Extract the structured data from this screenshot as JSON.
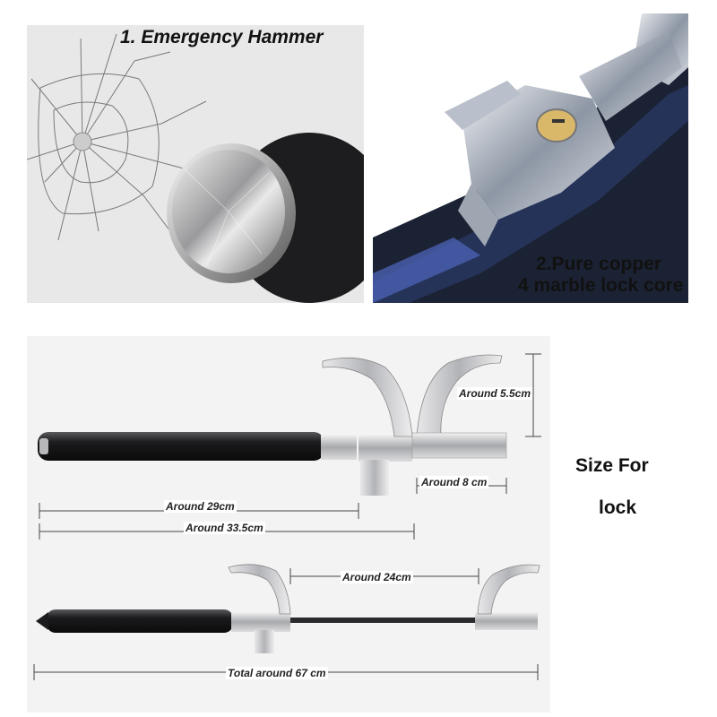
{
  "panels": {
    "hammer": {
      "caption": "1. Emergency Hammer"
    },
    "copper": {
      "caption_line1": "2.Pure copper",
      "caption_line2": "4 marble lock core"
    }
  },
  "size_label": {
    "line1": "Size For",
    "line2": "lock"
  },
  "dimensions": {
    "height": "Around 5.5cm",
    "hook_width": "Around 8 cm",
    "handle": "Around 29cm",
    "short_total": "Around 33.5cm",
    "extension": "Around 24cm",
    "long_total": "Total around 67 cm"
  },
  "colors": {
    "handle": "#1c1c1e",
    "metal": "#c8c9cc",
    "glass_bg": "#e9e9ea",
    "copper_bg": "#1a2030"
  }
}
